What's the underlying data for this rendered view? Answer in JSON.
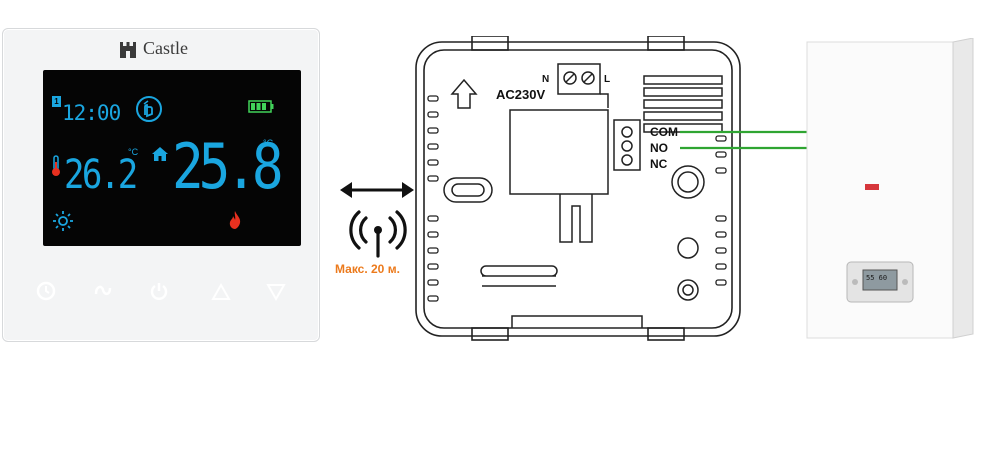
{
  "thermostat": {
    "brand": "Castle",
    "time": "12:00",
    "room_temp": "26.2",
    "set_temp": "25.8",
    "unit": "°C",
    "schedule_num": "1",
    "colors": {
      "display": "#1aa6e0",
      "flame": "#e8301f",
      "battery": "#41d35a"
    },
    "buttons": [
      "clock-icon",
      "mode-icon",
      "power-icon",
      "up-icon",
      "down-icon"
    ]
  },
  "link": {
    "range_label": "Макс. 20 м."
  },
  "receiver": {
    "power_label": "AC230V",
    "n_label": "N",
    "l_label": "L",
    "com_label": "COM",
    "no_label": "NO",
    "nc_label": "NC"
  },
  "boiler": {
    "display_value": "55 60"
  },
  "wire_color": "#2fa532"
}
